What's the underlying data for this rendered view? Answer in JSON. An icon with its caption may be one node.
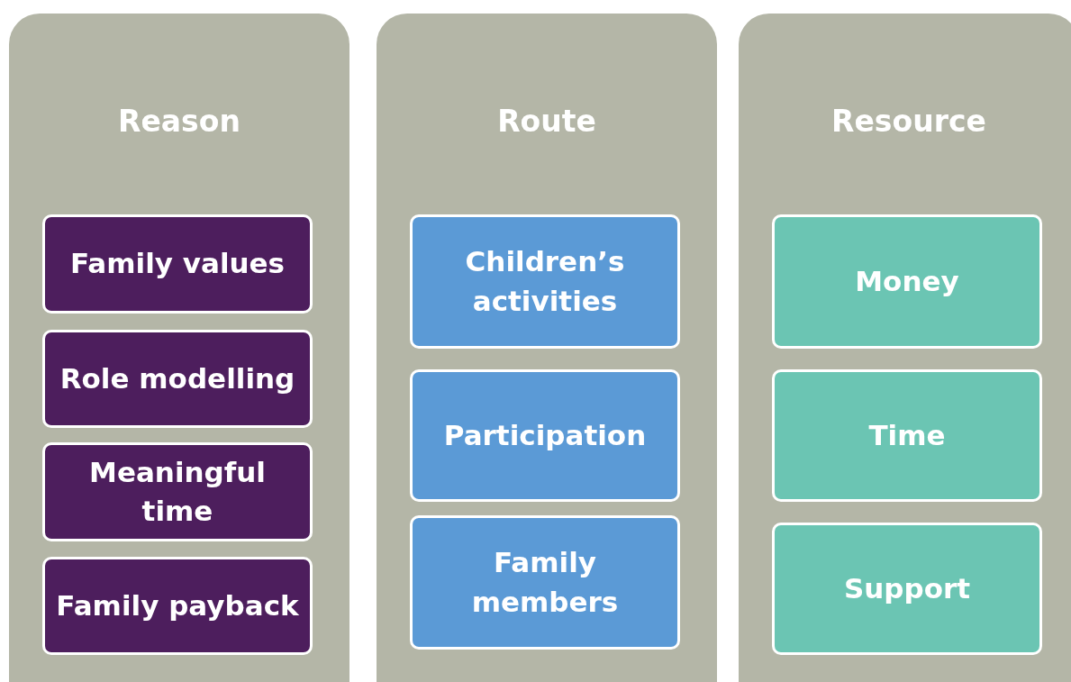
{
  "diagram": {
    "nodes": [
      {
        "text": [
          "Reason"
        ]
      },
      {
        "text": [
          "Family values"
        ],
        "in": 0
      },
      {
        "text": [
          "Role modelling"
        ],
        "in": 0
      },
      {
        "text": [
          "Meaningful time"
        ],
        "in": 0
      },
      {
        "text": [
          "Family payback"
        ],
        "in": 0
      },
      {
        "text": [
          "Route"
        ]
      },
      {
        "text": [
          "Children’s activities"
        ],
        "in": 5
      },
      {
        "text": [
          "Participation"
        ],
        "in": 5
      },
      {
        "text": [
          "Family members"
        ],
        "in": 5
      },
      {
        "text": [
          "Resource"
        ]
      },
      {
        "text": [
          "Money"
        ],
        "in": 9
      },
      {
        "text": [
          "Time"
        ],
        "in": 9
      },
      {
        "text": [
          "Support"
        ],
        "in": 9
      }
    ]
  }
}
